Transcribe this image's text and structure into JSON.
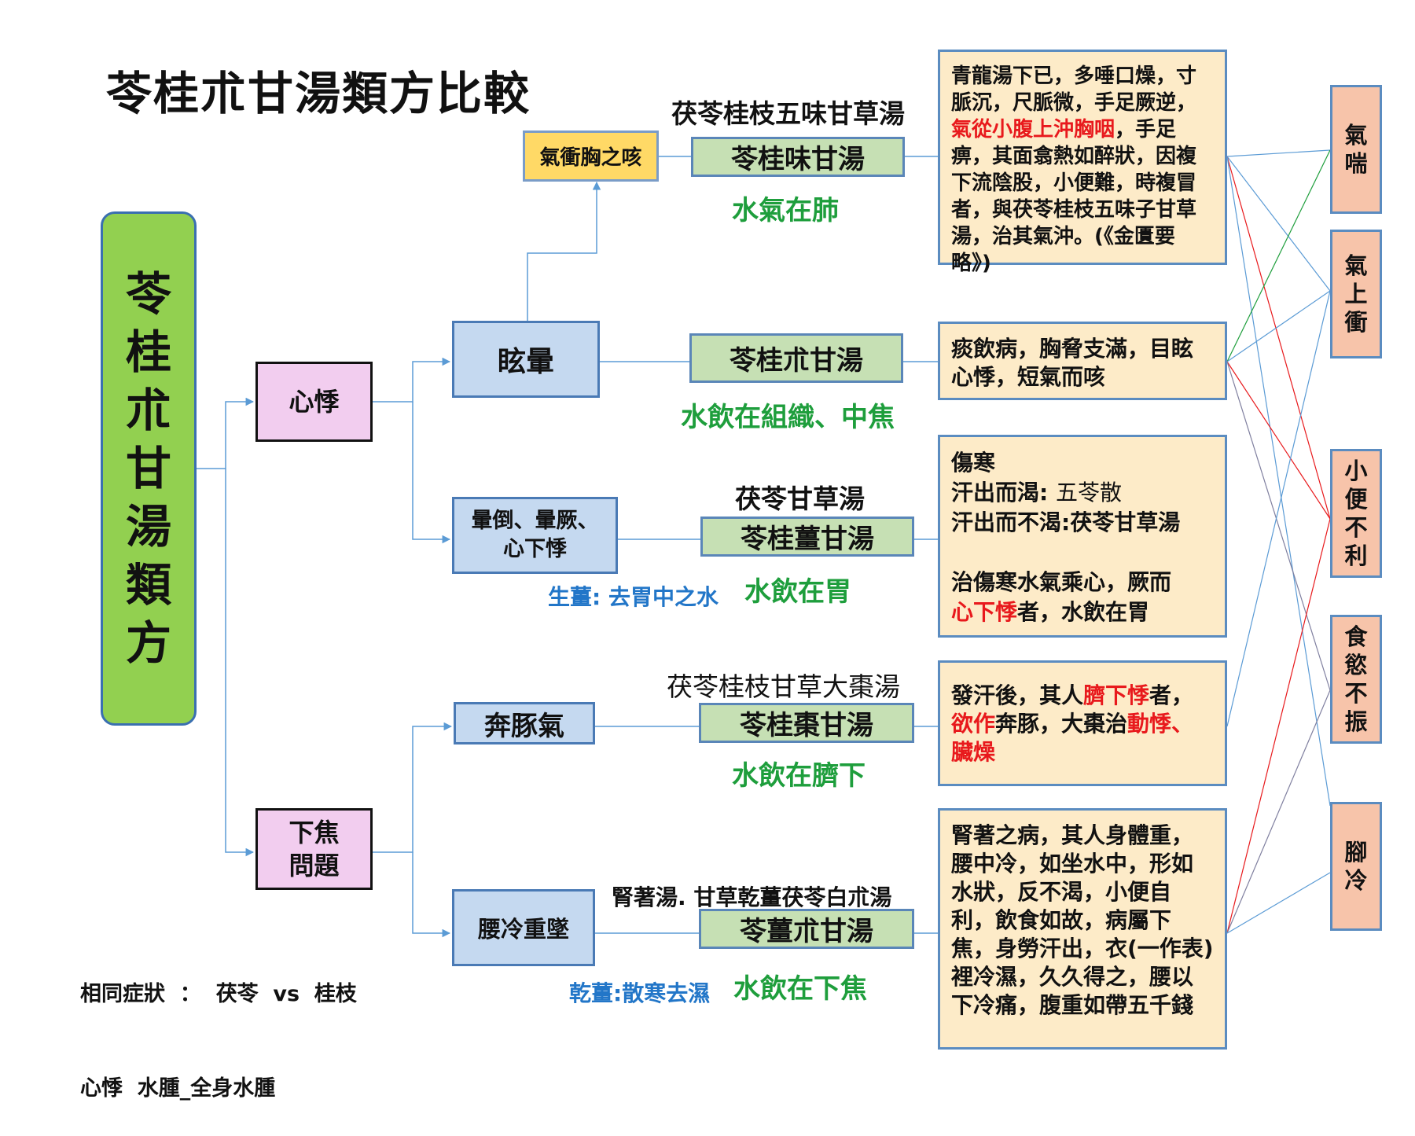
{
  "title": "苓桂朮甘湯類方比較",
  "root": {
    "chars": [
      "苓",
      "桂",
      "朮",
      "甘",
      "湯",
      "類",
      "方"
    ]
  },
  "groups": {
    "heart": "心悸",
    "lower_l1": "下焦",
    "lower_l2": "問題"
  },
  "symptoms": {
    "dizziness": "眩暈",
    "collapse_l1": "暈倒、暈厥、",
    "collapse_l2": "心下悸",
    "running_piglet": "奔豚氣",
    "cold_waist": "腰冷重墜",
    "cough": "氣衝胸之咳"
  },
  "formulas": {
    "f1": {
      "alias": "茯苓桂枝五味甘草湯",
      "name": "苓桂味甘湯",
      "location": "水氣在肺"
    },
    "f2": {
      "name": "苓桂朮甘湯",
      "location": "水飲在組織、中焦"
    },
    "f3": {
      "alias": "茯苓甘草湯",
      "name": "苓桂薑甘湯",
      "location": "水飲在胃",
      "herb": "生薑: 去胃中之水"
    },
    "f4": {
      "alias": "茯苓桂枝甘草大棗湯",
      "name": "苓桂棗甘湯",
      "location": "水飲在臍下"
    },
    "f5": {
      "alias": "腎著湯. 甘草乾薑茯苓白朮湯",
      "name": "苓薑朮甘湯",
      "location": "水飲在下焦",
      "herb": "乾薑:散寒去濕"
    }
  },
  "notes": {
    "n1": {
      "p1": "青龍湯下已，多唾口燥，寸脈沉，尺脈微，手足厥逆，",
      "h1": "氣從小腹上沖胸咽",
      "p2": "，手足痹，其面翕熱如醉狀，因複下流陰股，小便難，時複冒者，與茯苓桂枝五味子甘草湯，治其氣沖。(《金匱要略》)"
    },
    "n2": {
      "text": "痰飲病，胸脅支滿，目眩心悸，短氣而咳"
    },
    "n3": {
      "l1": "傷寒",
      "l2a": "汗出而渴: ",
      "l2b": "五苓散",
      "l3": "汗出而不渴:茯苓甘草湯",
      "l4": "治傷寒水氣乘心，厥而",
      "h1": "心下悸",
      "l5": "者，水飲在胃"
    },
    "n4": {
      "p1": "發汗後，其人",
      "h1": "臍下悸",
      "p2": "者，",
      "h2": "欲作",
      "p3": "奔豚，大棗治",
      "h3": "動悸、臟燥"
    },
    "n5": {
      "text": "腎著之病，其人身體重，腰中冷，如坐水中，形如水狀，反不渴，小便自利，飲食如故，病屬下焦，身勞汗出，衣(一作表)裡冷濕，久久得之，腰以下冷痛，腹重如帶五千錢"
    }
  },
  "right_symptoms": {
    "s1": [
      "氣",
      "喘"
    ],
    "s2": [
      "氣",
      "上",
      "衝"
    ],
    "s3": [
      "小",
      "便",
      "不",
      "利"
    ],
    "s4": [
      "食",
      "慾",
      "不",
      "振"
    ],
    "s5": [
      "腳",
      "冷"
    ]
  },
  "common": {
    "line1": "相同症狀  ：  茯苓  vs  桂枝",
    "line2": "心悸  水腫_全身水腫"
  },
  "colors": {
    "tree": "#5b9bd5",
    "green": "#1e9e3c",
    "red": "#e8191c",
    "gray": "#7f7f9f"
  }
}
